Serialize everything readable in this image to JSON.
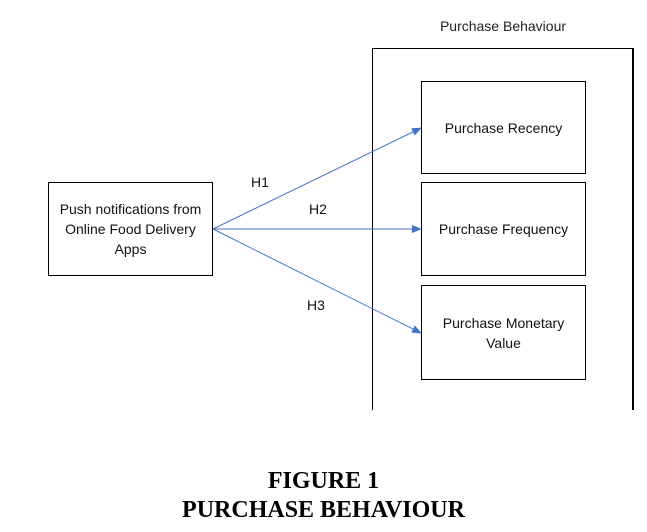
{
  "diagram": {
    "group_title": "Purchase Behaviour",
    "source_box": {
      "label": "Push notifications from Online Food Delivery Apps"
    },
    "targets": [
      {
        "label": "Purchase Recency"
      },
      {
        "label": "Purchase Frequency"
      },
      {
        "label": "Purchase Monetary Value"
      }
    ],
    "hypotheses": [
      "H1",
      "H2",
      "H3"
    ],
    "arrow_color": "#4472c4"
  },
  "caption": {
    "line1": "FIGURE 1",
    "line2": "PURCHASE BEHAVIOUR"
  }
}
